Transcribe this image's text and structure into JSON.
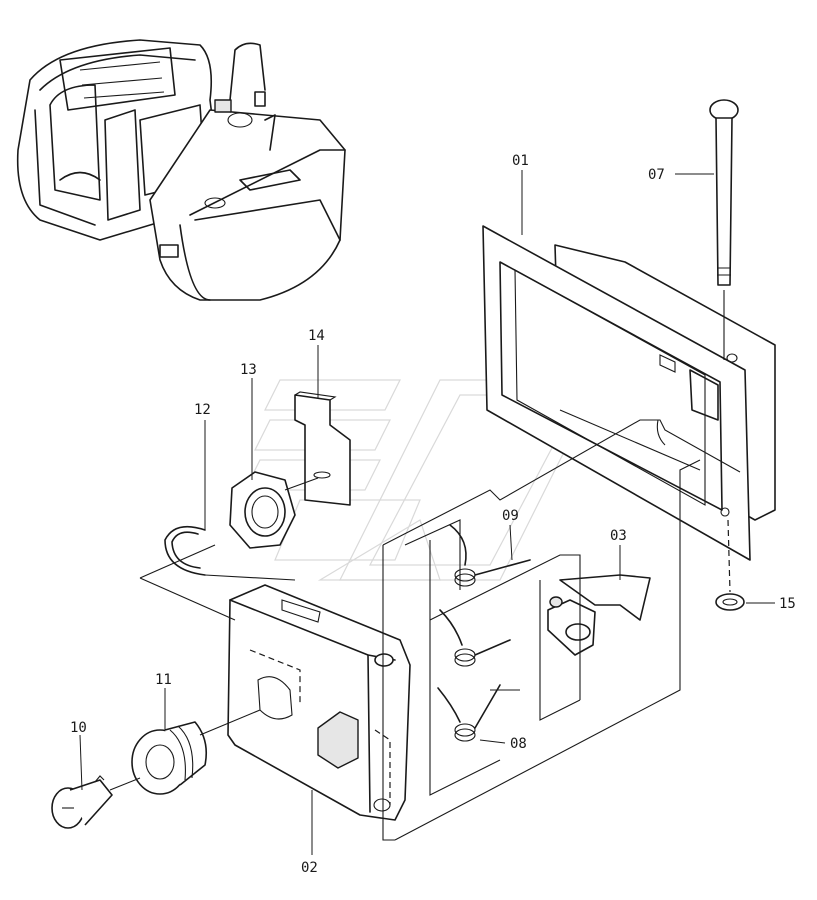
{
  "callouts": [
    {
      "id": "01",
      "label": "01"
    },
    {
      "id": "02",
      "label": "02"
    },
    {
      "id": "03",
      "label": "03"
    },
    {
      "id": "07",
      "label": "07"
    },
    {
      "id": "08",
      "label": "08"
    },
    {
      "id": "09",
      "label": "09"
    },
    {
      "id": "10",
      "label": "10"
    },
    {
      "id": "11",
      "label": "11"
    },
    {
      "id": "12",
      "label": "12"
    },
    {
      "id": "13",
      "label": "13"
    },
    {
      "id": "14",
      "label": "14"
    },
    {
      "id": "15",
      "label": "15"
    }
  ],
  "colors": {
    "line": "#1a1a1a",
    "background": "#ffffff",
    "watermark": "#d9d9d9"
  }
}
